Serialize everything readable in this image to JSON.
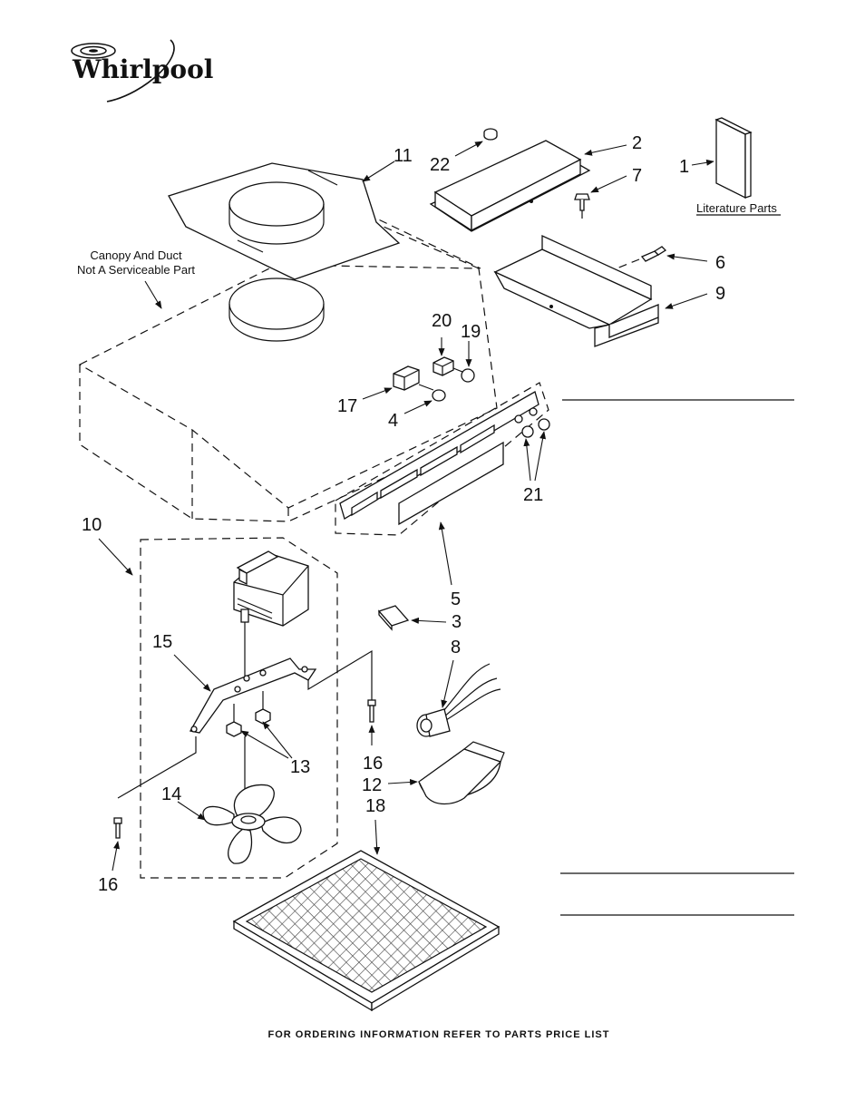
{
  "brand": {
    "logo_text": "Whirlpool"
  },
  "notes": {
    "canopy": [
      "Canopy And Duct",
      "Not A Serviceable Part"
    ],
    "literature": "Literature Parts"
  },
  "footer": {
    "ordering": "FOR ORDERING INFORMATION REFER TO PARTS PRICE LIST"
  },
  "callouts": {
    "c1": "1",
    "c2": "2",
    "c3": "3",
    "c4": "4",
    "c5": "5",
    "c6": "6",
    "c7": "7",
    "c8": "8",
    "c9": "9",
    "c10": "10",
    "c11": "11",
    "c12": "12",
    "c13": "13",
    "c14": "14",
    "c15": "15",
    "c16a": "16",
    "c16b": "16",
    "c17": "17",
    "c18": "18",
    "c19": "19",
    "c20": "20",
    "c21": "21",
    "c22": "22"
  }
}
